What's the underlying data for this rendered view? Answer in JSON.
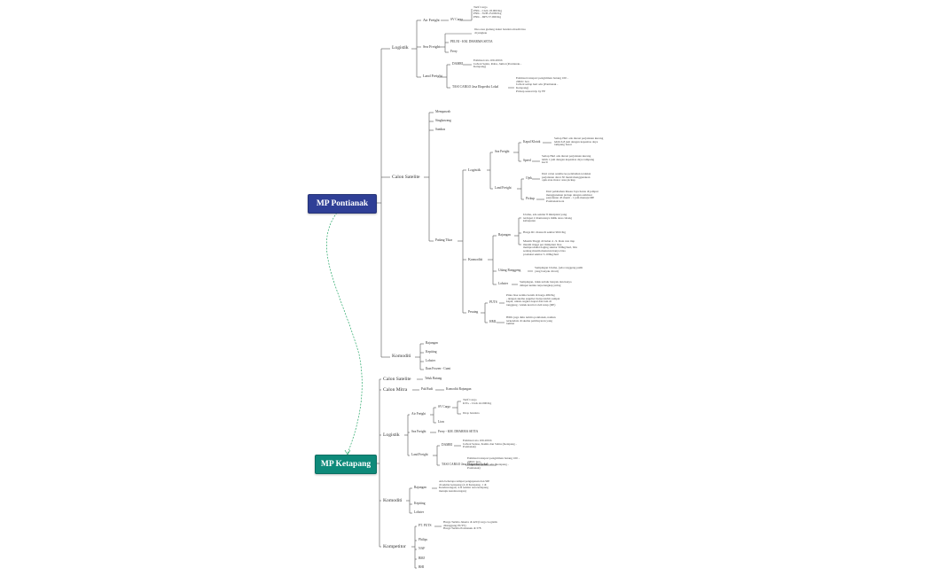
{
  "colors": {
    "root_a": "#2f3f96",
    "root_b": "#0e8a7a",
    "line": "#555555",
    "relation": "#2aa86a"
  },
  "roots": {
    "pontianak": "MP Pontianak",
    "ketapang": "MP Ketapang"
  },
  "p": {
    "logistik": "Logistik",
    "air_freight": "Air Freight",
    "sv_cargo": "SV Cargo",
    "tarif_cargo": "Tarif Cargo\nPNK - CGK 18.000/Kg\nPNK - SUB 23.000/Kg\nPNK - DPS 37.000/Kg",
    "sea_freight": "Sea Freight",
    "sea_note": "Jika area gudang dekat bandara masih bisa\ndi jangkau",
    "pelni": "PELNI - KM. DHARMA SETIA",
    "ferry": "Ferry",
    "land_freight": "Land Freight",
    "damri": "DAMRI",
    "damri_note": "Estimasi rata 100-200rb\nJadwal Senin, Rabu, Jumat (Pontianak -\nKetapang)",
    "tasi": "TASI CARGO Jasa Ekspedisi Lokal",
    "tasi_note": "Estimasi transport pengiriman barang 100 -\n200rb/ box\nJadwal setiap hari ada (Pontianak -\nKetapang)\nPickup sesuai trip by FP",
    "calon_satelite": "Calon Satelite",
    "mempawah": "Mempawah",
    "singkawang": "Singkawang",
    "sambas": "Sambas",
    "cs_logistik": "Logistik",
    "cs_sea": "Sea Freight",
    "kapal": "Kapal Klotok",
    "kapal_note": "Setiap Hari ada durasi perjalanan kurang\nlebih 6-8 jam dengan kapasitas daya\ntampung besar",
    "speed": "Speed",
    "speed_note": "Setiap Hari ada durasi perjalanan kurang\nlebih 1 jam dengan kapasitas daya tampung\nkecil",
    "cs_land": "Land Freight",
    "ojek": "Ojek",
    "ojek_note": "Dari calon satelite ke pelabuhan terdekat\nperjalanan darat 30 menit menggunakan\nojek atau motor atau pickup",
    "pickup": "Pickup",
    "pickup_note": "Dari pelabuhan Rasau Jaya harus di jemput\nmenggunakan pickup dengan estimasi\nperjalanan 45 menit - 1 jam menuju MP\nPontianak kota",
    "padang": "Padang Tikar",
    "komoditi": "Komoditi",
    "rajungan": "Rajungan",
    "raj1": "Utama, ada sekitar 8 miniplant yang\nterdapat 2 diantaranya milik atau cabang\nkabupaten",
    "raj2": "Harga RC diatas/di sekitar 90rb/Kg",
    "raj3": "Musim Tinggi di bulan 4 - 9. Rata rata tiap\nmusim tinggi per miniplant bisa\nmemproduksi daging sekitar 500kg/hari, bila\nsedang musim menurun hanya bisa\nproduksi sekitar 5-100kg/hari",
    "udang": "Udang Ronggeng",
    "udang_note": "Sampingan Utama, (ada ronggeng putih\nyang banyak dicari)",
    "lobster": "Lobster",
    "lobster_note": "Sampingan, tidak terlalu banyak dan hanya\ndidapat ketika terperangkap jaring",
    "pesaing": "Pesaing",
    "puts": "PUTS",
    "puts_note": "Pinta bisa terima bersih di harga 480/Kg\n, dengan skema supplier hanya kirim sampai\nkapal, untuk ongkos kapal dan lain di\ntanggung / untuk kontrol oleh tetap (DE)",
    "hml": "HML",
    "hml_note": "HML juga dulu terima pontianak, namun\nterkendala di skema pembayaran yang\nlambat",
    "komoditi2": "Komoditi",
    "k_rajungan": "Rajungan",
    "k_kepiting": "Kepiting",
    "k_lobster": "Lobster",
    "k_ikan": "Ikan Frozen - Cumi"
  },
  "k": {
    "calon_satelite": "Calon Satelite",
    "teluk": "Teluk Batang",
    "calon_mitra": "Calon Mitra",
    "pak_rudi": "Pak Rudi",
    "komoditi_raj": "Komoditi Rajungan",
    "logistik": "Logistik",
    "air_freight": "Air Freight",
    "sv_cargo": "SV Cargo",
    "tarif": "Tarif Cargo\nKTG - CGK 42.000/Kg",
    "drop": "Drop bandara",
    "lion": "Lion",
    "sea_freight": "Sea Freight",
    "ferry": "Ferry - KM. DHARMA SETIA",
    "land_freight": "Land Freight",
    "damri": "DAMRI",
    "damri_note": "Estimasi rata 100-200rb\nJadwal Selasa, Kamis dan Sabtu (Ketapang -\nPontianak)",
    "tasi": "TASI CARGO Jasa Ekspedisi Lokal",
    "tasi_note": "Estimasi transport pengiriman barang 100 -\n200rb/ box\nJadwal setiap hari ada (Ketapang -\nPontianak)",
    "komoditi": "Komoditi",
    "rajungan": "Rajungan",
    "raj_note": "Ada beberapa tempat pengupasan dan SIP\ndi sekitar ketapang (4 di Ketapang, 1 di\nKendawangan, 4 di sekitar area ketapang\nmenuju kendawangan)",
    "kepiting": "Kepiting",
    "lobster": "Lobster",
    "kompetitor": "Kompetitor",
    "pt_puts": "PT. PUTS",
    "puts_note": "Harga Terima Jakarta di 420 (Cargo Logistik\nditanggung PUTS)\nHarga Terima Pontianak di 378",
    "philips": "Philips",
    "naf": "NAF",
    "bmj": "BMJ",
    "bhi": "BHI"
  }
}
